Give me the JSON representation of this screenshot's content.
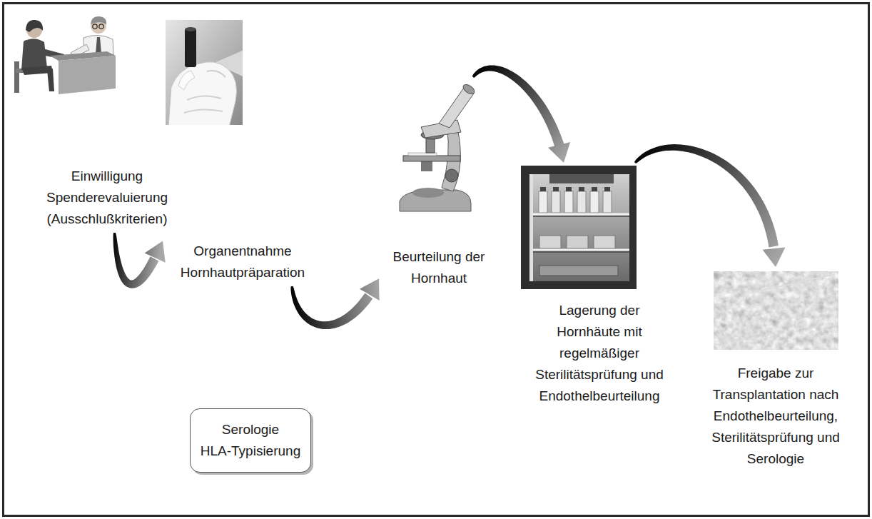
{
  "diagram": {
    "nodes": [
      {
        "text": [
          "Einwilligung Spenderevaluierung (Ausschlußkriterien)"
        ]
      },
      {
        "text": [
          "Organentnahme Hornhautpräparation"
        ]
      },
      {
        "text": [
          "Beurteilung der Hornhaut"
        ]
      },
      {
        "text": [
          "Lagerung der Hornhäute mit regelmäßiger Sterilitätsprüfung und Endothelbeurteilung"
        ]
      },
      {
        "text": [
          "Freigabe zur Transplantation nach Endothelbeurteilung, Sterilitätsprüfung und Serologie"
        ]
      },
      {
        "text": [
          "Serologie",
          "HLA-Typisierung"
        ]
      }
    ],
    "edges": [
      {
        "from": 0,
        "to": 1,
        "arrow": "to"
      },
      {
        "from": 1,
        "to": 2,
        "arrow": "to"
      },
      {
        "from": 2,
        "to": 3,
        "arrow": "to"
      },
      {
        "from": 3,
        "to": 4,
        "arrow": "to"
      }
    ]
  }
}
